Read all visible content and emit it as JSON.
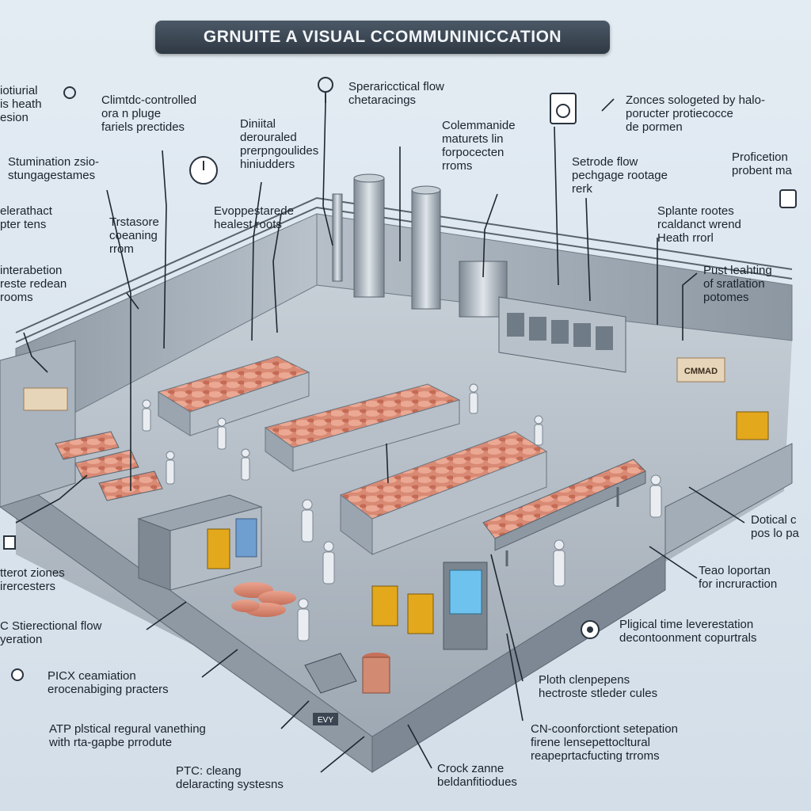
{
  "title": "GRNUITE A VISUAL CCOMMUNINICCATION",
  "colors": {
    "background": "#dce6ef",
    "title_bar": "#3a4551",
    "steel": "#a9b3bd",
    "meat": "#d98a74",
    "accent_yellow": "#e3a81c",
    "leader_line": "#1f2731"
  },
  "callouts": [
    {
      "id": "c1",
      "text": "iotiurial\nis heath\nesion"
    },
    {
      "id": "c2",
      "text": "Climtdc-controlled\nora n pluge\nfariels prectides"
    },
    {
      "id": "c3",
      "text": "Diniital\nderouraled\nprerpngoulides\nhiniudders"
    },
    {
      "id": "c4",
      "text": "Speraricctical flow\nchetaracings"
    },
    {
      "id": "c5",
      "text": "Colemmanide\nmaturets lin\nforpocecten\nrroms"
    },
    {
      "id": "c6",
      "text": "Zonces sologeted by halo-\nporucter protiecocce\nde pormen"
    },
    {
      "id": "c7",
      "text": "Proficetion\nprobent ma"
    },
    {
      "id": "c8",
      "text": "Stumination zsio-\nstungagestames"
    },
    {
      "id": "c9",
      "text": "Setrode flow\npechgage rootage\nrerk"
    },
    {
      "id": "c10",
      "text": "elerathact\npter tens"
    },
    {
      "id": "c11",
      "text": "Trstasore\ncoeaning\nrrom"
    },
    {
      "id": "c12",
      "text": "Evoppestarede\nhealest roots"
    },
    {
      "id": "c13",
      "text": "Splante rootes\nrcaldanct wrend\nHeath rrorl"
    },
    {
      "id": "c14",
      "text": "interabetion\nreste redean\nrooms"
    },
    {
      "id": "c15",
      "text": "Pust leahting\nof sratlation\npotomes"
    },
    {
      "id": "c16",
      "text": "Dotical c\npos lo pa"
    },
    {
      "id": "c17",
      "text": "tterot ziones\nirercesters"
    },
    {
      "id": "c18",
      "text": "Teao loportan\nfor incruraction"
    },
    {
      "id": "c19",
      "text": "C Stierectional flow\nyeration"
    },
    {
      "id": "c20",
      "text": "Pligical time leverestation\ndecontoonment copurtrals"
    },
    {
      "id": "c21",
      "text": "PICX ceamiation\nerocenabiging practers"
    },
    {
      "id": "c22",
      "text": "Ploth clenpepens\nhectroste stleder cules"
    },
    {
      "id": "c23",
      "text": "ATP plstical regural vanething\nwith rta-gapbe prrodute"
    },
    {
      "id": "c24",
      "text": "CN-coonforctiont setepation\nfirene lensepettocltural\nreapeprtacfucting trroms"
    },
    {
      "id": "c25",
      "text": "PTC: cleang\ndelaracting systesns"
    },
    {
      "id": "c26",
      "text": "Crock zanne\nbeldanfitiodues"
    }
  ],
  "signs": {
    "wall_sign_right": "CMMAD",
    "floor_tag": "EVY"
  }
}
